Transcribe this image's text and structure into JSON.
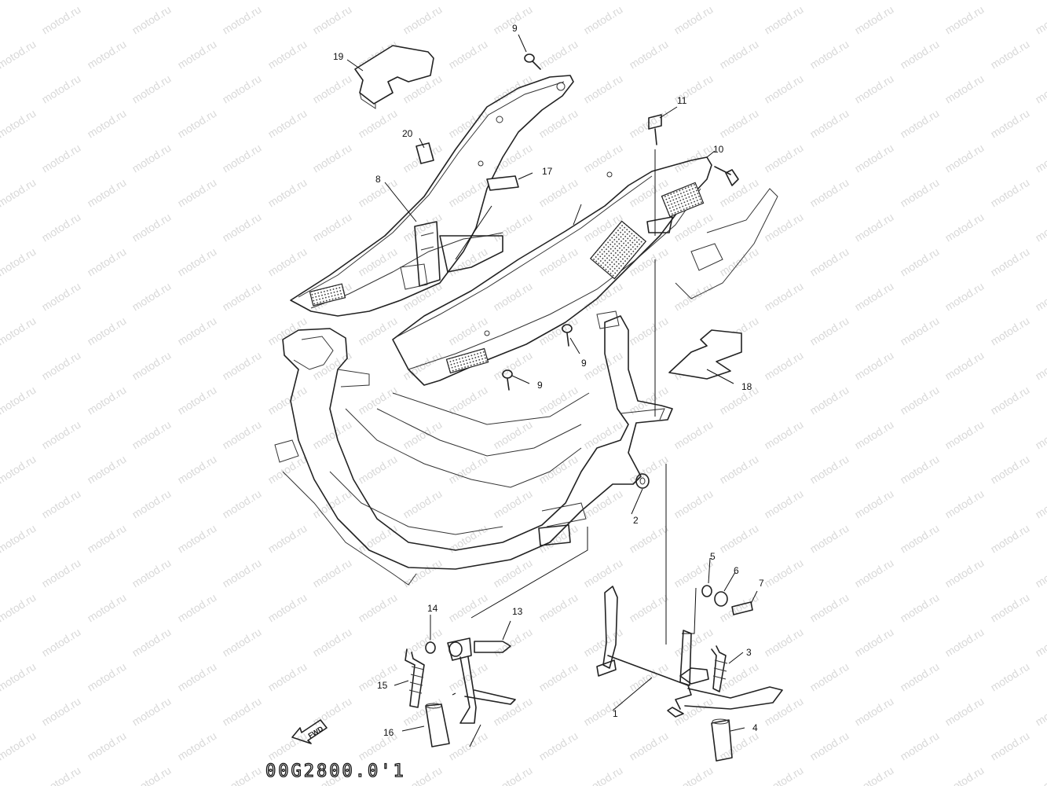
{
  "watermark_text": "motod.ru",
  "drawing_code": "00G2800.0'1",
  "fwd_text": "FWD",
  "part_labels": {
    "p1": "1",
    "p2": "2",
    "p3": "3",
    "p4": "4",
    "p5": "5",
    "p6": "6",
    "p7": "7",
    "p8": "8",
    "p9a": "9",
    "p9b": "9",
    "p9c": "9",
    "p10": "10",
    "p11": "11",
    "p13": "13",
    "p14": "14",
    "p15": "15",
    "p16": "16",
    "p17": "17",
    "p18": "18",
    "p19": "19",
    "p20": "20"
  }
}
